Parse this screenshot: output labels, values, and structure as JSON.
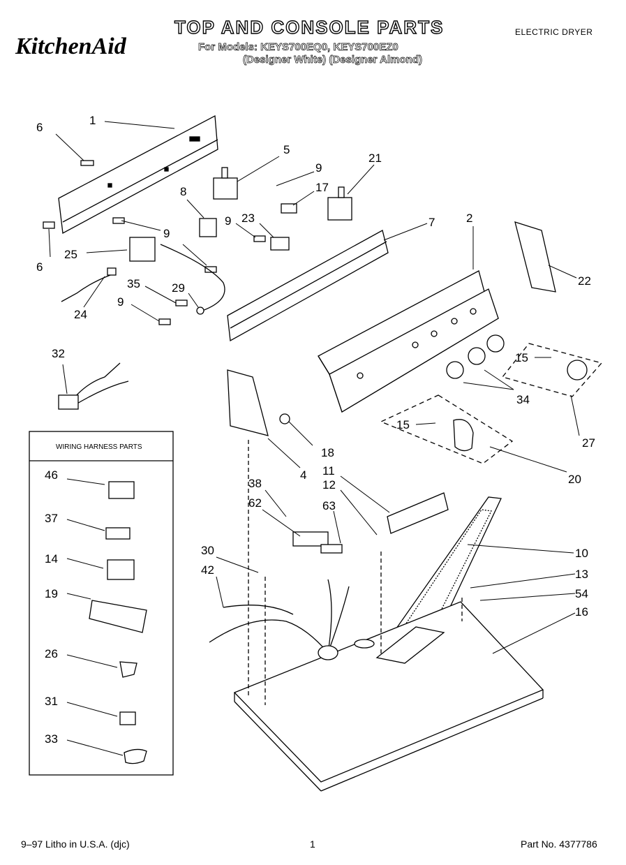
{
  "header": {
    "brand": "KitchenAid",
    "title": "TOP AND CONSOLE PARTS",
    "models_line": "For Models: KEYS700EQ0, KEYS700EZ0",
    "designer_line": "(Designer White) (Designer Almond)",
    "product_type": "ELECTRIC DRYER"
  },
  "wiring_box": {
    "title": "WIRING HARNESS PARTS",
    "items": [
      "46",
      "37",
      "14",
      "19",
      "26",
      "31",
      "33"
    ]
  },
  "callouts": [
    "1",
    "2",
    "4",
    "5",
    "6",
    "6",
    "7",
    "8",
    "9",
    "9",
    "9",
    "9",
    "10",
    "11",
    "12",
    "13",
    "15",
    "15",
    "16",
    "17",
    "18",
    "20",
    "21",
    "22",
    "23",
    "24",
    "25",
    "27",
    "29",
    "30",
    "32",
    "34",
    "35",
    "38",
    "42",
    "54",
    "62",
    "63"
  ],
  "footer": {
    "left": "9–97 Litho in U.S.A. (djc)",
    "page": "1",
    "part_no": "Part No. 4377786"
  }
}
